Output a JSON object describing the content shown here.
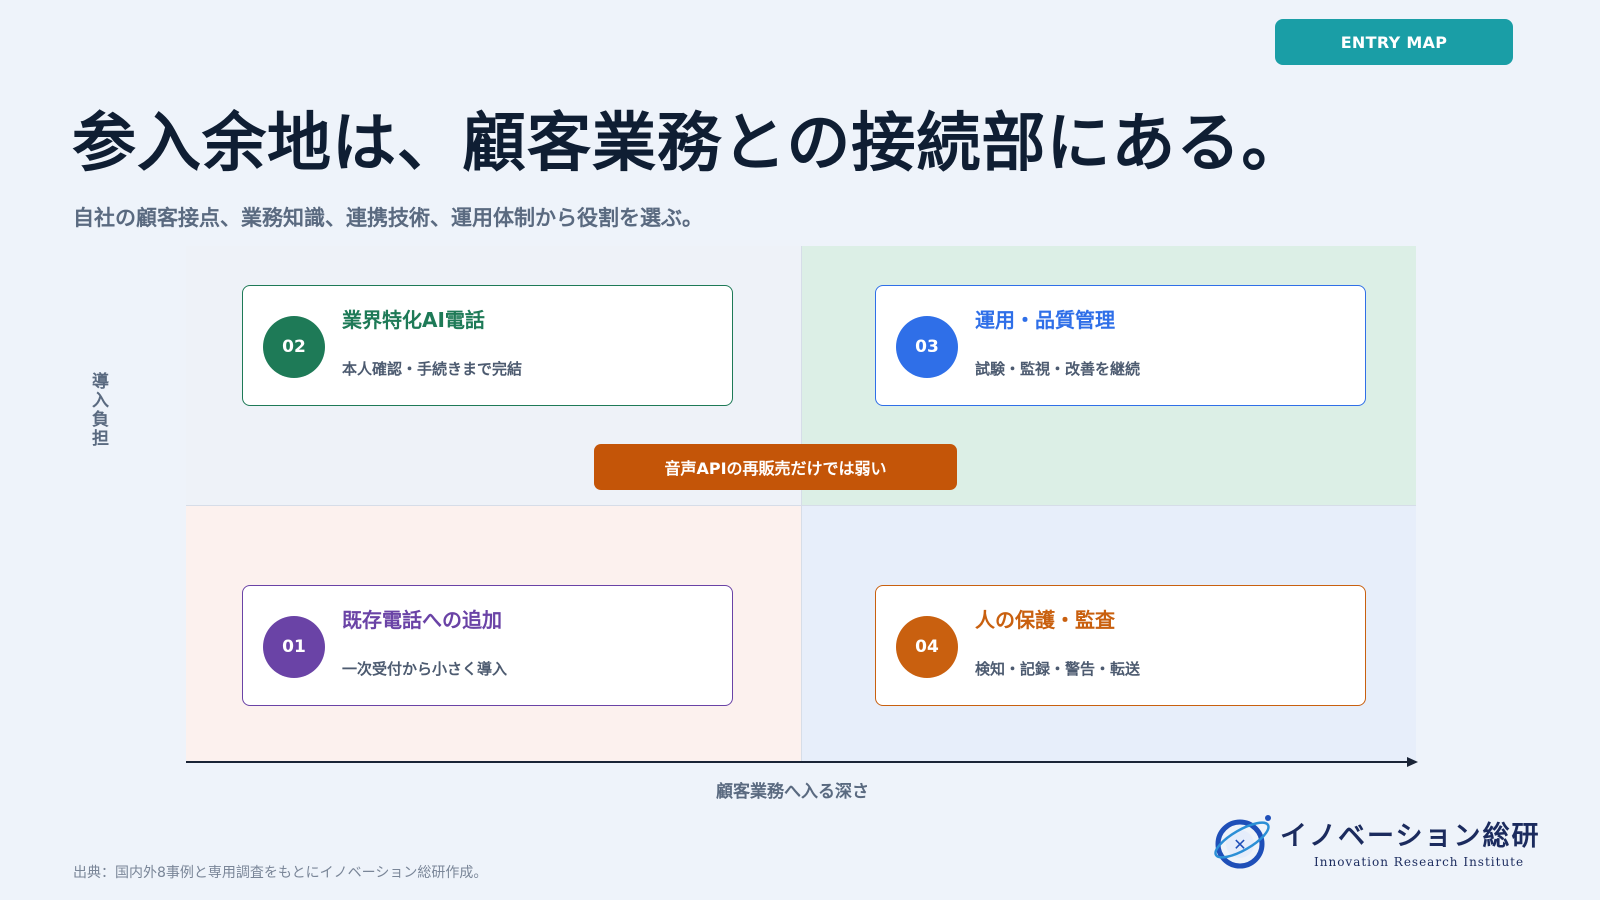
{
  "badge": "ENTRY MAP",
  "title": "参入余地は、顧客業務との接続部にある。",
  "subtitle": "自社の顧客接点、業務知識、連携技術、運用体制から役割を選ぶ。",
  "axes": {
    "y_label": "導入負担",
    "x_label": "顧客業務へ入る深さ"
  },
  "cards": {
    "c02": {
      "num": "02",
      "title": "業界特化AI電話",
      "desc": "本人確認・手続きまで完結",
      "color": "#1e7a57"
    },
    "c03": {
      "num": "03",
      "title": "運用・品質管理",
      "desc": "試験・監視・改善を継続",
      "color": "#2f6fe8"
    },
    "c01": {
      "num": "01",
      "title": "既存電話への追加",
      "desc": "一次受付から小さく導入",
      "color": "#6a43a6"
    },
    "c04": {
      "num": "04",
      "title": "人の保護・監査",
      "desc": "検知・記録・警告・転送",
      "color": "#c9600f"
    }
  },
  "warning": "音声APIの再販売だけでは弱い",
  "source": "出典：国内外8事例と専用調査をもとにイノベーション総研作成。",
  "logo": {
    "name": "イノベーション総研",
    "sub": "Innovation Research Institute",
    "icon": "orbit-globe-icon"
  },
  "colors": {
    "badge": "#1a9ea6",
    "warning": "#c45508",
    "quadrant_top_right": "#dcefe6",
    "quadrant_bottom_left": "#fcf1ee",
    "quadrant_bottom_right": "#e7eefa"
  }
}
